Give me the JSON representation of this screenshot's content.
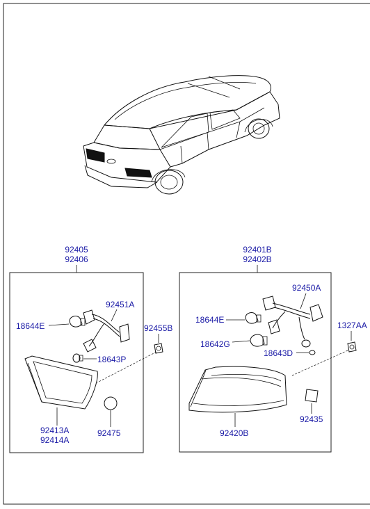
{
  "diagram": {
    "labels": {
      "left_group_top": "92405",
      "left_group_bottom": "92406",
      "right_group_top": "92401B",
      "right_group_bottom": "92402B",
      "bulb_left": "18644E",
      "harness_left": "92451A",
      "socket_clip": "92455B",
      "small_bulb_left": "18643P",
      "lens_left_a": "92413A",
      "lens_left_b": "92414A",
      "cap_left": "92475",
      "bulb_right_top": "18644E",
      "harness_right": "92450A",
      "bulb_right_mid": "18642G",
      "small_bulb_right": "18643D",
      "clip_right": "1327AA",
      "lamp_right": "92420B",
      "pad_right": "92435"
    }
  }
}
